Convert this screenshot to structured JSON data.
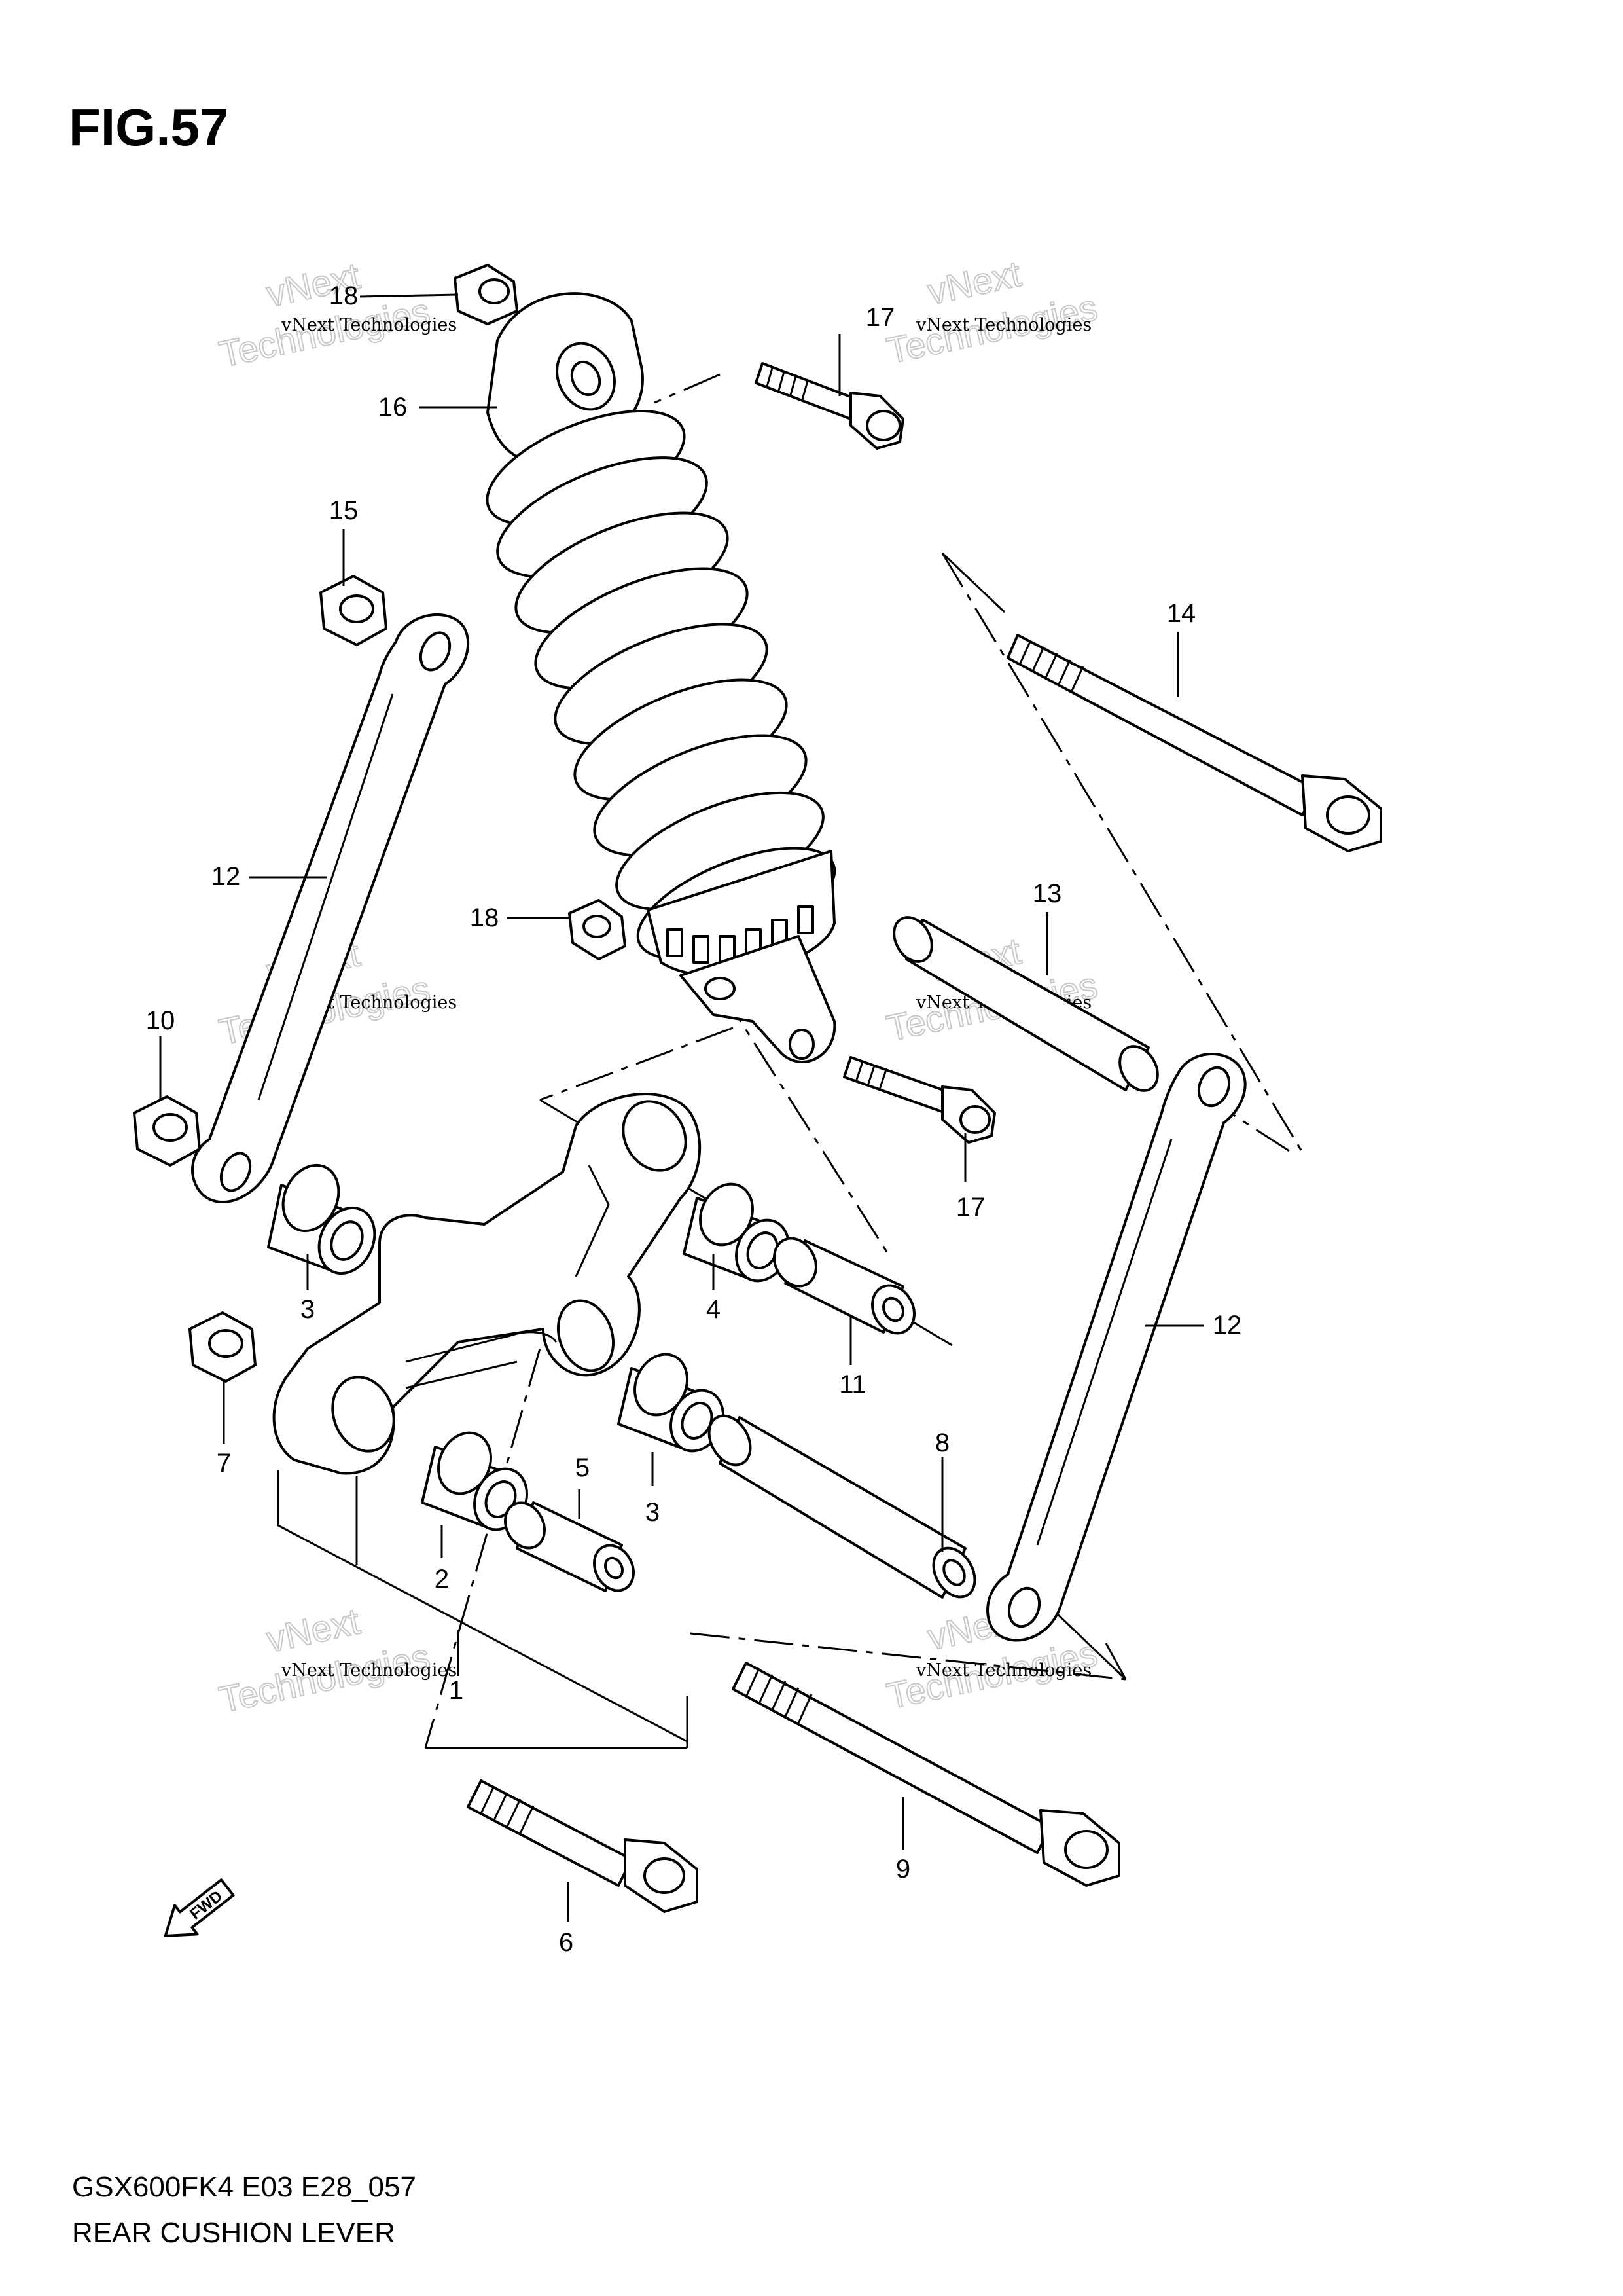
{
  "figure": {
    "title": "FIG.57",
    "model_code": "GSX600FK4 E03 E28_057",
    "caption": "REAR CUSHION LEVER"
  },
  "parts": [
    {
      "id": "p1",
      "label": "1"
    },
    {
      "id": "p2",
      "label": "2"
    },
    {
      "id": "p3a",
      "label": "3"
    },
    {
      "id": "p3b",
      "label": "3"
    },
    {
      "id": "p4",
      "label": "4"
    },
    {
      "id": "p5",
      "label": "5"
    },
    {
      "id": "p6",
      "label": "6"
    },
    {
      "id": "p7",
      "label": "7"
    },
    {
      "id": "p8",
      "label": "8"
    },
    {
      "id": "p9",
      "label": "9"
    },
    {
      "id": "p10",
      "label": "10"
    },
    {
      "id": "p11",
      "label": "11"
    },
    {
      "id": "p12a",
      "label": "12"
    },
    {
      "id": "p12b",
      "label": "12"
    },
    {
      "id": "p13",
      "label": "13"
    },
    {
      "id": "p14",
      "label": "14"
    },
    {
      "id": "p15",
      "label": "15"
    },
    {
      "id": "p16",
      "label": "16"
    },
    {
      "id": "p17a",
      "label": "17"
    },
    {
      "id": "p17b",
      "label": "17"
    },
    {
      "id": "p18a",
      "label": "18"
    },
    {
      "id": "p18b",
      "label": "18"
    }
  ],
  "watermark": {
    "line1": "vNext Technologies",
    "line2": "vNext",
    "line3": "Technologies"
  },
  "fwd_mark": "FWD"
}
